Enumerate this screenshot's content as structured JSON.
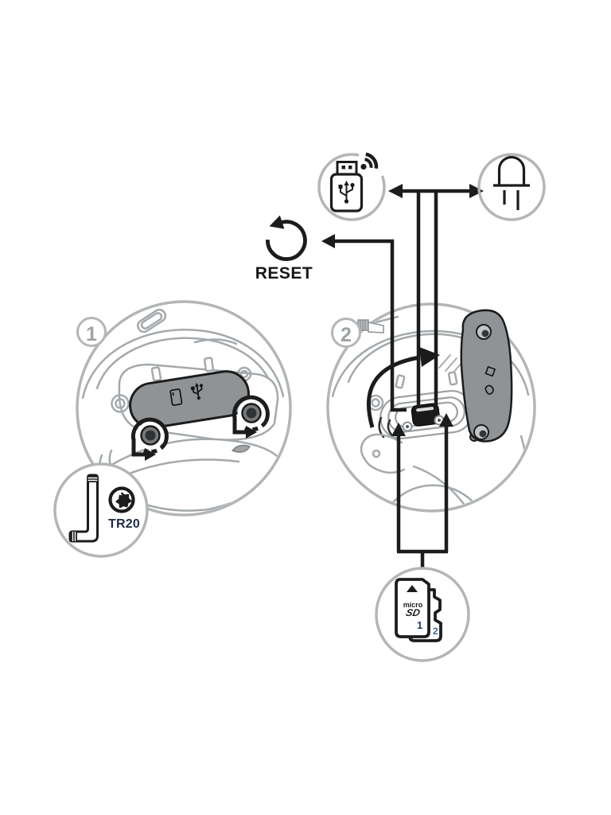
{
  "page": {
    "background": "#ffffff",
    "type": "installation-manual-diagram"
  },
  "labels": {
    "reset": "RESET",
    "torx": "TR20",
    "step1_badge": "1",
    "step2_badge": "2",
    "sd_card1": "1",
    "sd_card2": "2",
    "sd_logo_top": "micro",
    "sd_logo_bottom": "SD"
  },
  "icons": [
    "usb-wifi-dongle-icon",
    "led-indicator-icon",
    "reset-arrow-icon",
    "torx-key-icon",
    "torx-bit-icon",
    "unscrew-rotation-icon-left",
    "unscrew-rotation-icon-right",
    "panel-microsd-symbol",
    "panel-usb-symbol",
    "panel-open-arrow",
    "microsd-cards-icon"
  ],
  "colors": {
    "line_black": "#1c1c1c",
    "circle_rim_gray": "#b3b6b7",
    "art_gray": "#a4a9ac",
    "panel_gray": "#8f9396",
    "badge_gray": "#9da2a5",
    "torx_navy": "#1d2c46",
    "card1_navy": "#1d3c5e",
    "card2_blue": "#48688d"
  }
}
